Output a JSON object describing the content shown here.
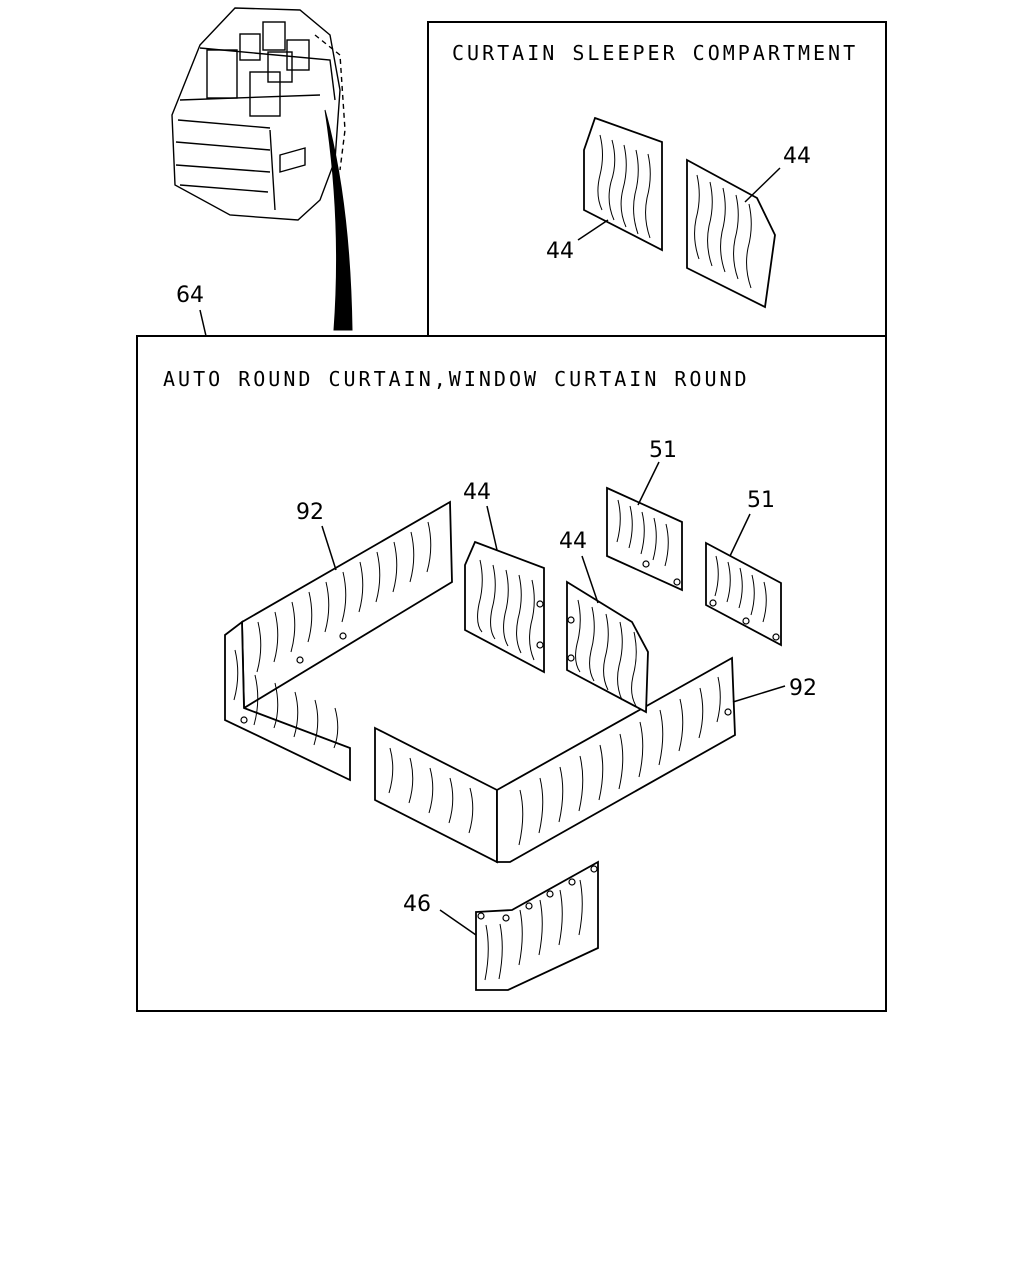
{
  "sections": {
    "sleeper_title": "CURTAIN SLEEPER COMPARTMENT",
    "round_title": "AUTO ROUND CURTAIN,WINDOW CURTAIN ROUND"
  },
  "callouts": {
    "assembly": "64",
    "sleeper_right": "44",
    "sleeper_left": "44",
    "round_panel_a": "44",
    "round_panel_b": "44",
    "small_panel_a": "51",
    "small_panel_b": "51",
    "long_left": "92",
    "long_right": "92",
    "bottom": "46"
  }
}
